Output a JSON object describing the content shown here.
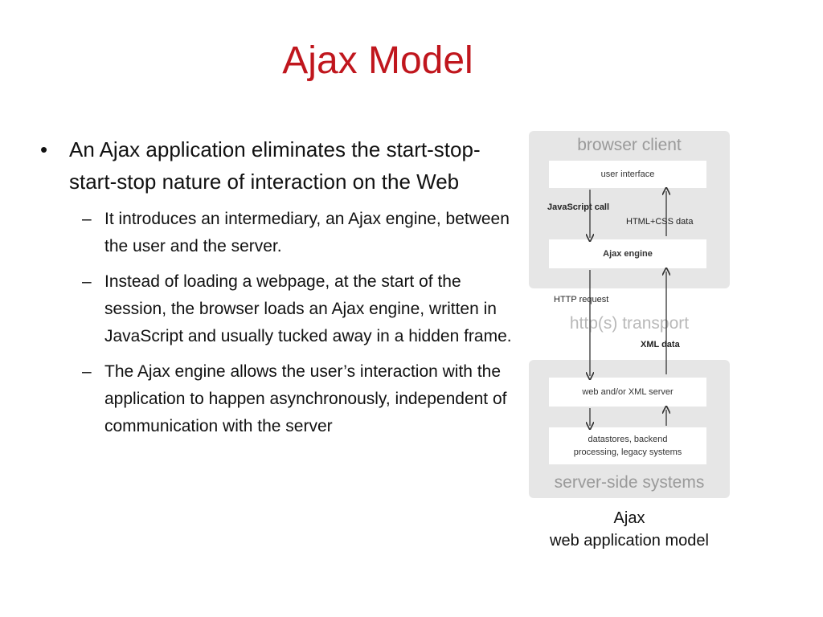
{
  "title": "Ajax Model",
  "bullet": {
    "text": "An Ajax application eliminates the start-stop-start-stop nature of interaction on the Web",
    "subs": [
      "It introduces an intermediary, an Ajax engine, between the user and the server.",
      "Instead of loading a webpage, at the start of the session, the browser loads an Ajax engine, written in JavaScript and usually tucked away in a hidden frame.",
      "The Ajax engine allows the user’s interaction with the application to happen asynchronously, independent of communication with the server"
    ]
  },
  "diagram": {
    "browser_client": "browser client",
    "user_interface": "user interface",
    "javascript_call": "JavaScript call",
    "html_css_data": "HTML+CSS data",
    "ajax_engine": "Ajax engine",
    "http_request": "HTTP request",
    "transport": "http(s) transport",
    "xml_data": "XML data",
    "web_server": "web and/or XML server",
    "datastores_line1": "datastores, backend",
    "datastores_line2": "processing, legacy systems",
    "server_side": "server-side systems",
    "caption_line1": "Ajax",
    "caption_line2": "web application model"
  }
}
